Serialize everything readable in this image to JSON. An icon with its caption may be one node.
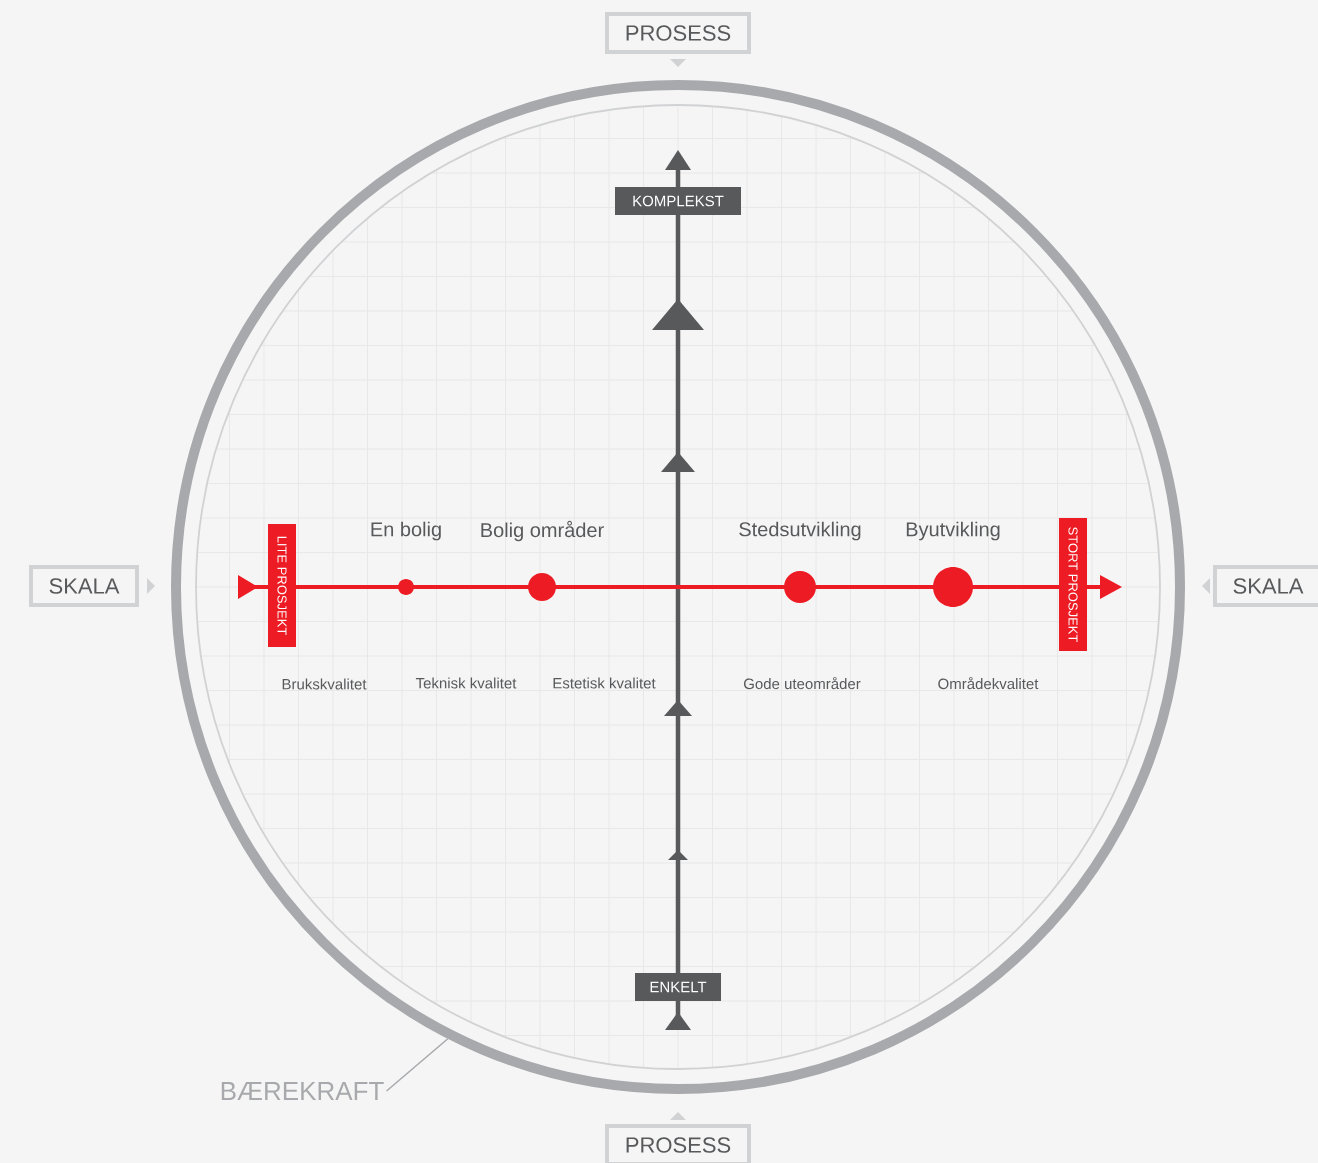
{
  "diagram": {
    "nodes": [
      {
        "text": [
          "PROSESS"
        ]
      },
      {
        "text": [
          "PROSESS"
        ]
      },
      {
        "text": [
          "SKALA"
        ]
      },
      {
        "text": [
          "SKALA"
        ]
      },
      {
        "text": [],
        "shape": "circle"
      },
      {
        "text": [
          "KOMPLEKST"
        ],
        "in": 4
      },
      {
        "text": [
          "ENKELT"
        ],
        "in": 4
      },
      {
        "text": [
          "LITE PROSJEKT"
        ],
        "in": 4
      },
      {
        "text": [
          "STORT PROSJEKT"
        ],
        "in": 4
      },
      {
        "text": [
          "BÆREKRAFT"
        ]
      }
    ],
    "edges": [
      {
        "from": 9,
        "to": 4,
        "arrow": "none"
      }
    ],
    "labels": [
      "En bolig",
      "Bolig områder",
      "Stedsutvikling",
      "Byutvikling",
      "Brukskvalitet",
      "Teknisk kvalitet",
      "Estetisk kvalitet",
      "Gode uteområder",
      "Områdekvalitet"
    ]
  }
}
